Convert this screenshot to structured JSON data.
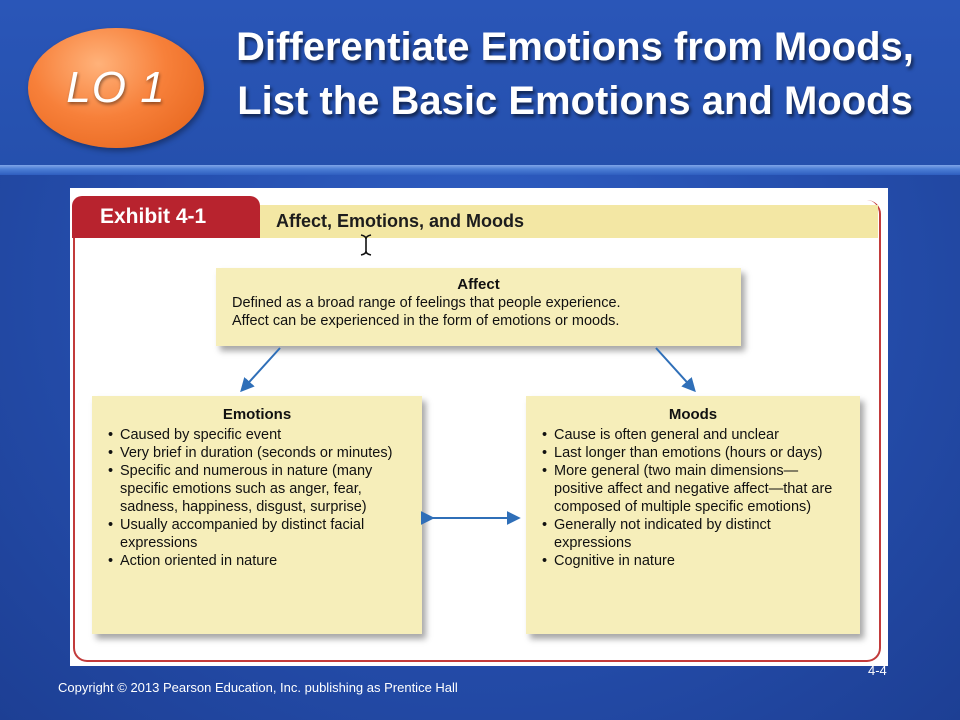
{
  "slide": {
    "badge": "LO 1",
    "title_line1": "Differentiate Emotions from Moods,",
    "title_line2": "List the Basic Emotions and Moods",
    "footer_copyright": "Copyright © 2013 Pearson Education, Inc. publishing as Prentice Hall",
    "page_number": "4-4",
    "colors": {
      "background": "#2650b0",
      "badge": "#f7803a",
      "exhibit_tab": "#b8232e",
      "box_fill": "#f6eeba",
      "arrow": "#2f6fb8"
    }
  },
  "exhibit": {
    "tab_label": "Exhibit 4-1",
    "caption": "Affect, Emotions, and Moods",
    "affect": {
      "heading": "Affect",
      "line1": "Defined as a broad range of feelings that people experience.",
      "line2": "Affect can be experienced in the form of emotions or moods."
    },
    "emotions": {
      "heading": "Emotions",
      "items": [
        "Caused by specific event",
        "Very brief in duration (seconds or minutes)",
        "Specific and numerous in nature (many specific emotions such as anger, fear, sadness, happiness, disgust, surprise)",
        "Usually accompanied by distinct facial expressions",
        "Action oriented in nature"
      ]
    },
    "moods": {
      "heading": "Moods",
      "items": [
        "Cause is often general and unclear",
        "Last longer than emotions (hours or days)",
        "More general (two main dimensions—positive affect and negative affect—that are composed of multiple specific emotions)",
        "Generally not indicated by distinct expressions",
        "Cognitive in nature"
      ]
    }
  }
}
